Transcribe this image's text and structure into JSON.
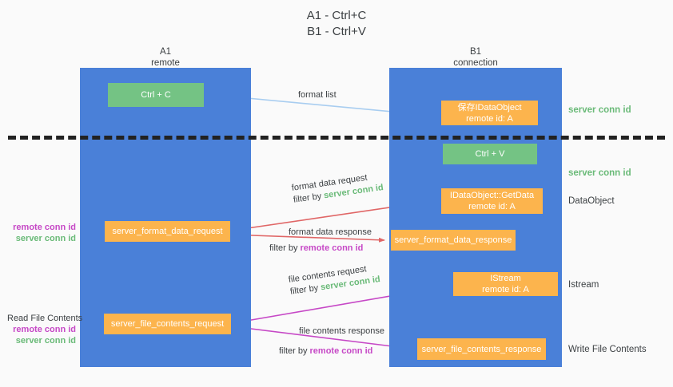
{
  "title": {
    "line1": "A1 - Ctrl+C",
    "line2": "B1 - Ctrl+V",
    "text": "A1 - Ctrl+C\nB1 - Ctrl+V"
  },
  "colors": {
    "background": "#fafafa",
    "lane_blue": "#4a80d8",
    "box_green": "#74c384",
    "box_orange": "#fcb44d",
    "divider_black": "#222222",
    "arrow_lightblue": "#a8cdf0",
    "arrow_red": "#e06666",
    "arrow_magenta": "#c648c6",
    "arrow_black": "#1a1a1a",
    "text_green": "#6aba78",
    "text_purple": "#c648c6",
    "text_default": "#3c4043"
  },
  "columns": [
    {
      "id": "a1",
      "name": "A1",
      "role": "remote",
      "header": "A1\nremote"
    },
    {
      "id": "b1",
      "name": "B1",
      "role": "connection",
      "header": "B1\nconnection"
    }
  ],
  "boxes": {
    "ctrl_c": {
      "label": "Ctrl + C",
      "color": "green",
      "column": "a1"
    },
    "data_object": {
      "line1": "保存IDataObject",
      "line2": "remote id: A",
      "color": "orange",
      "column": "b1"
    },
    "ctrl_v": {
      "label": "Ctrl + V",
      "color": "green",
      "column": "b1"
    },
    "get_data": {
      "line1": "IDataObject::GetData",
      "line2": "remote id: A",
      "color": "orange",
      "column": "b1"
    },
    "format_data_request": {
      "label": "server_format_data_request",
      "color": "orange",
      "column": "a1"
    },
    "format_data_response": {
      "label": "server_format_data_response",
      "color": "orange",
      "column": "b1"
    },
    "istream": {
      "line1": "IStream",
      "line2": "remote id: A",
      "color": "orange",
      "column": "b1"
    },
    "file_contents_request": {
      "label": "server_file_contents_request",
      "color": "orange",
      "column": "a1"
    },
    "file_contents_response": {
      "label": "server_file_contents_response",
      "color": "orange",
      "column": "b1"
    }
  },
  "arrow_labels": {
    "format_list": "format list",
    "format_data_request": {
      "line1": "format data request",
      "filter_prefix": "filter by ",
      "filter_value": "server conn id"
    },
    "format_data_response": {
      "line1": "format data response",
      "filter_prefix": "filter by ",
      "filter_value": "remote conn id"
    },
    "file_contents_request": {
      "line1": "file contents request",
      "filter_prefix": "filter by ",
      "filter_value": "server conn id"
    },
    "file_contents_response": {
      "line1": "file contents response",
      "filter_prefix": "filter by ",
      "filter_value": "remote conn id"
    }
  },
  "side_notes": {
    "server_conn_id_top": "server conn id",
    "server_conn_id_mid": "server conn id",
    "data_object": "DataObject",
    "istream": "Istream",
    "write_file_contents": "Write File Contents"
  },
  "left_notes": {
    "format_group": {
      "remote": "remote conn id",
      "server": "server conn id"
    },
    "file_group": {
      "title": "Read File Contents",
      "remote": "remote conn id",
      "server": "server conn id"
    }
  }
}
